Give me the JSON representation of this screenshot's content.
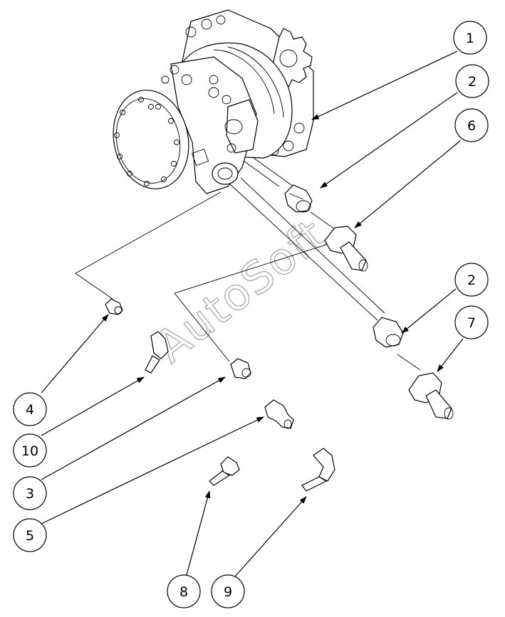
{
  "watermark": "AutoSoft",
  "callouts": [
    {
      "id": "c1",
      "label": "1"
    },
    {
      "id": "c2a",
      "label": "2"
    },
    {
      "id": "c6",
      "label": "6"
    },
    {
      "id": "c2b",
      "label": "2"
    },
    {
      "id": "c7",
      "label": "7"
    },
    {
      "id": "c4",
      "label": "4"
    },
    {
      "id": "c10",
      "label": "10"
    },
    {
      "id": "c3",
      "label": "3"
    },
    {
      "id": "c5",
      "label": "5"
    },
    {
      "id": "c8",
      "label": "8"
    },
    {
      "id": "c9",
      "label": "9"
    }
  ]
}
